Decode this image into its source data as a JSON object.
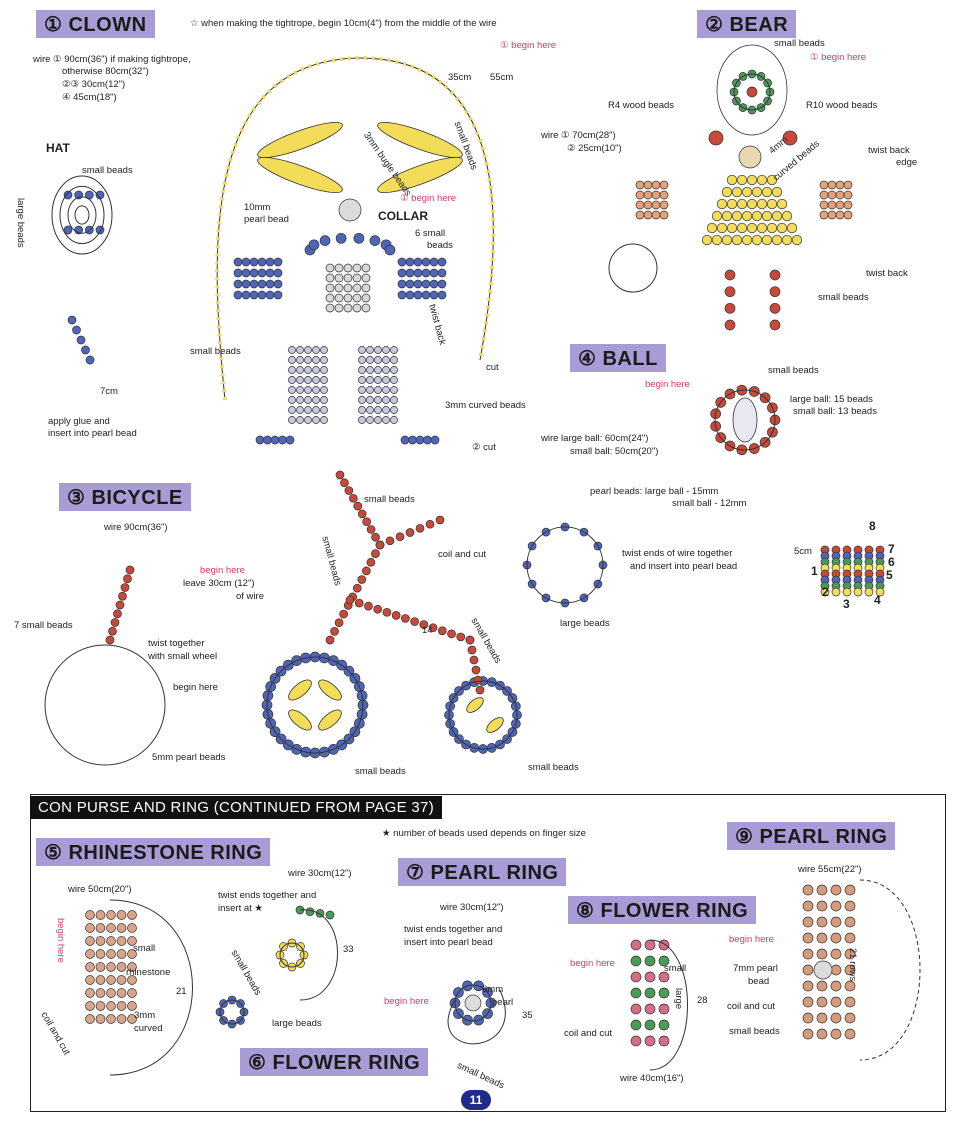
{
  "headers": {
    "clown": "① CLOWN",
    "bear": "② BEAR",
    "ball": "④ BALL",
    "bicycle": "③ BICYCLE",
    "rhinestone": "⑤ RHINESTONE RING",
    "flower6": "⑥ FLOWER RING",
    "pearl7": "⑦ PEARL RING",
    "flower8": "⑧ FLOWER RING",
    "pearl9": "⑨ PEARL RING"
  },
  "section_banner": "CON PURSE AND RING (CONTINUED FROM PAGE 37)",
  "ring_note": "★ number of beads used depends on finger size",
  "page_number": "11",
  "clown": {
    "note": "☆ when making the tightrope, begin 10cm(4\") from the middle of the wire",
    "wire1": "wire ① 90cm(36\") if making tightrope,",
    "wire1b": "otherwise 80cm(32\")",
    "wire2": "②③ 30cm(12\")",
    "wire4": "④ 45cm(18\")",
    "begin_here_1": "① begin here",
    "dim_35": "35cm",
    "dim_55": "55cm",
    "bugle": "3mm bugle beads",
    "small_beads_side": "small beads",
    "begin_here_2": "① begin here",
    "pearl10": "10mm",
    "pearl10b": "pearl bead",
    "collar": "COLLAR",
    "six_small": "6 small",
    "six_small_b": "beads",
    "small_beads_left": "small beads",
    "twist_back": "twist back",
    "cut": "cut",
    "curved3": "3mm curved beads",
    "cut2": "② cut",
    "hat": "HAT",
    "hat_small": "small beads",
    "hat_large": "large beads",
    "hat_7cm": "7cm",
    "apply_glue": "apply glue and",
    "apply_glue_b": "insert into pearl bead"
  },
  "bear": {
    "small_beads_top": "small beads",
    "begin_here": "① begin here",
    "r4": "R4 wood beads",
    "r10": "R10 wood beads",
    "wire1": "wire ① 70cm(28\")",
    "wire2": "② 25cm(10\")",
    "curved4": "4mm",
    "curved4b": "curved beads",
    "twist_edge": "twist back",
    "twist_edge_b": "edge",
    "twist_back": "twist back",
    "small_beads_bottom": "small beads"
  },
  "ball": {
    "begin_here": "begin here",
    "small_beads": "small beads",
    "large_ball": "large ball: 15 beads",
    "small_ball": "small ball: 13 beads",
    "wire_large": "wire large ball: 60cm(24\")",
    "wire_small": "small ball: 50cm(20\")",
    "pearl_large": "pearl beads: large ball - 15mm",
    "pearl_small": "small ball - 12mm",
    "twist_ends": "twist ends of wire together",
    "twist_ends_b": "and insert into pearl bead",
    "dim_5cm": "5cm",
    "n1": "1",
    "n2": "2",
    "n3": "3",
    "n4": "4",
    "n5": "5",
    "n6": "6",
    "n7": "7",
    "n8": "8"
  },
  "bicycle": {
    "wire": "wire 90cm(36\")",
    "seven_small": "7 small beads",
    "begin_here": "begin here",
    "leave30": "leave 30cm (12\")",
    "leave30b": "of wire",
    "twist_together": "twist together",
    "twist_together_b": "with small wheel",
    "begin_here_2": "begin here",
    "pearl5": "5mm pearl beads",
    "small_beads_top": "small beads",
    "small_beads_vert": "small beads",
    "n14": "14",
    "small_beads_right": "small beads",
    "coil_cut": "coil and cut",
    "large_beads": "large beads",
    "small_beads_bottom": "small beads",
    "small_beads_bottom2": "small beads"
  },
  "rhinestone": {
    "wire": "wire 50cm(20\")",
    "begin_here": "begin here",
    "small": "small",
    "rhinestone": "rhinestone",
    "n21": "21",
    "curved3": "3mm",
    "curved3b": "curved",
    "coil_cut": "coil and cut"
  },
  "flower6": {
    "wire": "wire 30cm(12\")",
    "twist_ends": "twist ends together and",
    "insert_at": "insert at ★",
    "n33": "33",
    "small_beads": "small beads",
    "large_beads": "large beads"
  },
  "pearl7": {
    "wire": "wire 30cm(12\")",
    "twist_ends": "twist ends together and",
    "twist_ends_b": "insert into pearl bead",
    "begin_here": "begin here",
    "pearl6": "6mm",
    "pearl6b": "pearl",
    "n35": "35",
    "small_beads": "small beads"
  },
  "flower8": {
    "begin_here": "begin here",
    "small": "small",
    "large": "large",
    "n28": "28",
    "coil_cut": "coil and cut",
    "wire": "wire 40cm(16\")"
  },
  "pearl9": {
    "wire": "wire 55cm(22\")",
    "begin_here": "begin here",
    "pearl7": "7mm pearl",
    "pearl7b": "bead",
    "coil_cut": "coil and cut",
    "small_beads": "small beads",
    "rows21": "21 rows"
  },
  "colors": {
    "header_bg": "#a99bd6",
    "yellow_bead": "#f2dc58",
    "red_bead": "#c8493a",
    "blue_bead": "#4f66b8",
    "green_bead": "#4a9a5a",
    "pink_text": "#d23a6b"
  }
}
